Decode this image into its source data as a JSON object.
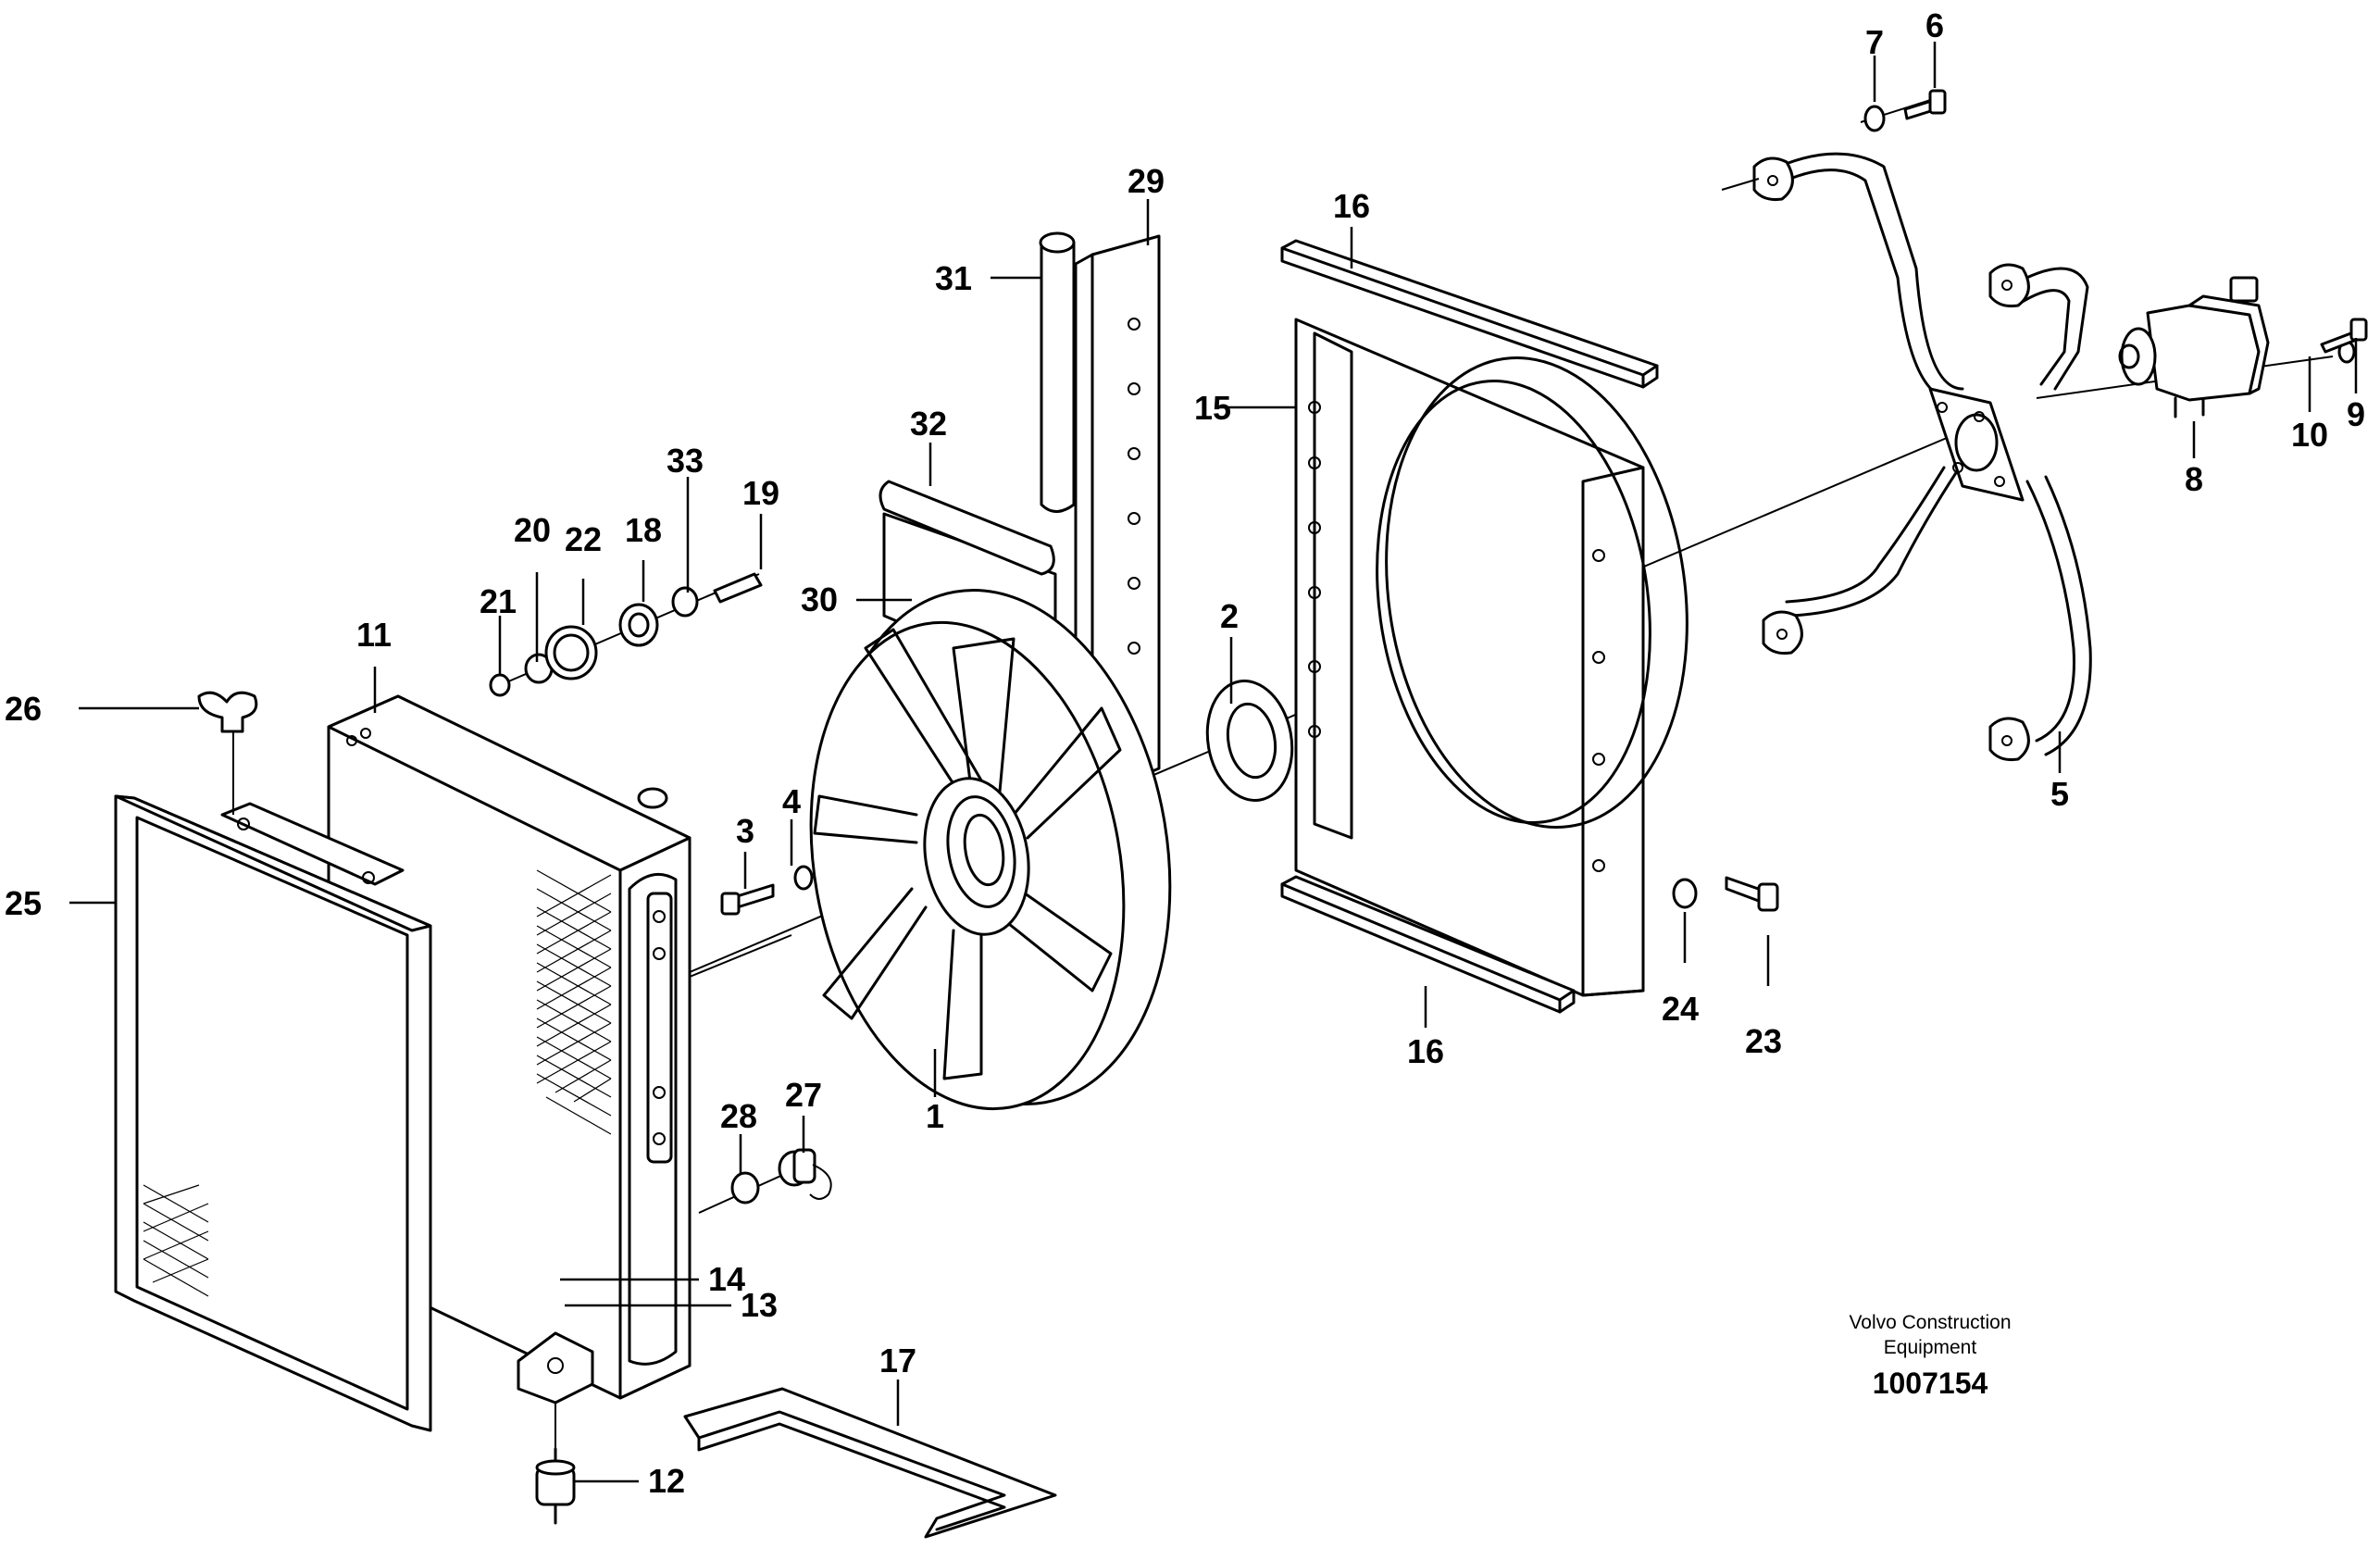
{
  "diagram": {
    "part_labels": [
      "1",
      "2",
      "3",
      "4",
      "5",
      "6",
      "7",
      "8",
      "9",
      "10",
      "11",
      "12",
      "13",
      "14",
      "15",
      "16",
      "16",
      "17",
      "18",
      "19",
      "20",
      "21",
      "22",
      "23",
      "24",
      "25",
      "26",
      "27",
      "28",
      "29",
      "30",
      "31",
      "32",
      "33"
    ],
    "credit": {
      "line1": "Volvo Construction",
      "line2": "Equipment",
      "doc_number": "1007154"
    }
  }
}
